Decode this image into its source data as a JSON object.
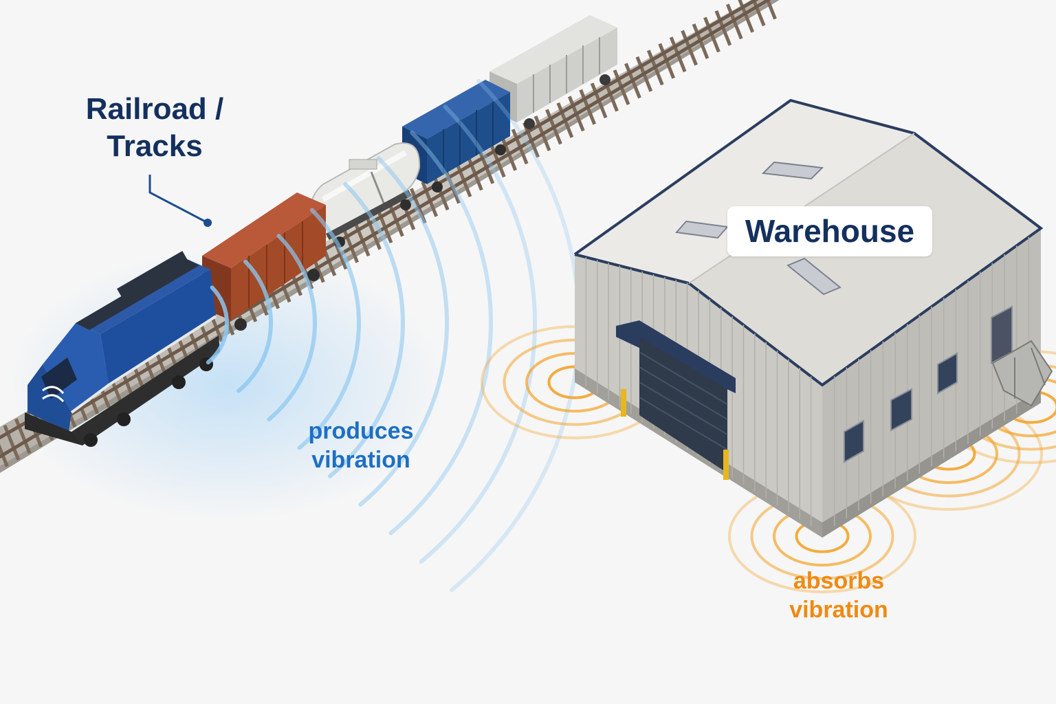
{
  "labels": {
    "railroad": {
      "line1": "Railroad /",
      "line2": "Tracks"
    },
    "warehouse": "Warehouse",
    "produces": {
      "line1": "produces",
      "line2": "vibration"
    },
    "absorbs": {
      "line1": "absorbs",
      "line2": "vibration"
    }
  },
  "colors": {
    "background": "#f6f6f6",
    "label_navy": "#14305e",
    "vibration_blue": "#1d6fc4",
    "vibration_orange": "#ef8a12",
    "locomotive_blue": "#1e4f9e",
    "boxcar_brown": "#a34a28",
    "tank_white": "#e9e9e6",
    "boxcar_blue": "#1e4f8c",
    "hopper_grey": "#c9c9c5",
    "warehouse_wall": "#c9c7c2",
    "warehouse_roof": "#e5e4df",
    "roof_edge": "#2b3d5f",
    "door_dark": "#2f3a4a"
  },
  "icons": {
    "train": "train-icon",
    "warehouse": "warehouse-icon",
    "vibration_source": "vibration-waves-icon",
    "vibration_receiver": "vibration-waves-icon"
  }
}
